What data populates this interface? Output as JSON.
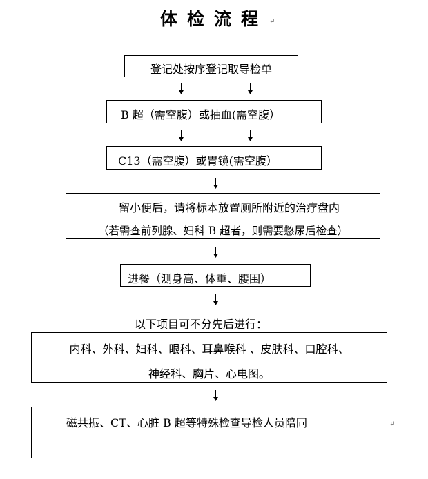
{
  "title": "体检流程",
  "para_mark": "↵",
  "steps": [
    {
      "text": "登记处按序登记取导检单"
    },
    {
      "text": "B 超（需空腹）或抽血(需空腹）"
    },
    {
      "text": "C13（需空腹）或胃镜(需空腹）"
    },
    {
      "line1": "留小便后，请将标本放置厕所附近的治疗盘内",
      "line2": "（若需查前列腺、妇科 B 超者，则需要憋尿后检查）"
    },
    {
      "text": "进餐（测身高、体重、腰围）"
    },
    {
      "caption": "以下项目可不分先后进行：",
      "line1": "内科、外科、妇科、眼科、耳鼻喉科 、皮肤科、口腔科、",
      "line2": "神经科、胸片、心电图。"
    },
    {
      "text": "磁共振、CT、心脏 B 超等特殊检查导检人员陪同"
    }
  ]
}
